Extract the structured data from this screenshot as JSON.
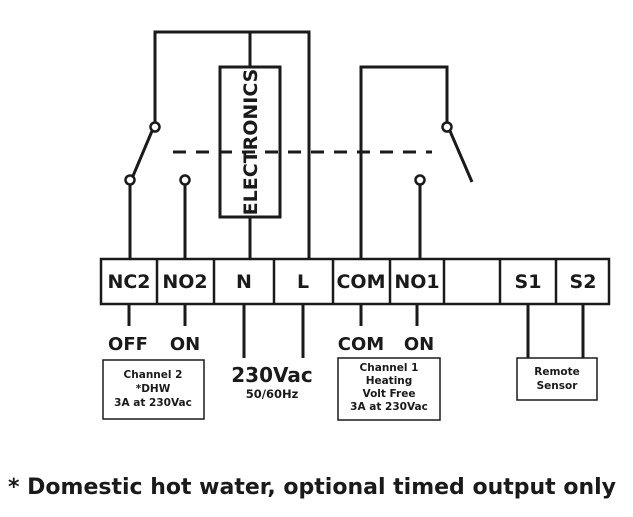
{
  "electronics_label": "ELECTRONICS",
  "terminals": [
    "NC2",
    "NO2",
    "N",
    "L",
    "COM",
    "NO1",
    "",
    "S1",
    "S2"
  ],
  "wire_labels": {
    "off": "OFF",
    "on_2": "ON",
    "com": "COM",
    "on_1": "ON"
  },
  "supply": {
    "voltage": "230Vac",
    "frequency": "50/60Hz"
  },
  "channel2_box": {
    "line1": "Channel 2",
    "line2": "*DHW",
    "line3": "3A at 230Vac"
  },
  "channel1_box": {
    "line1": "Channel 1",
    "line2": "Heating",
    "line3": "Volt Free",
    "line4": "3A at 230Vac"
  },
  "sensor_box": {
    "line1": "Remote",
    "line2": "Sensor"
  },
  "footnote": "* Domestic hot water, optional timed output only"
}
